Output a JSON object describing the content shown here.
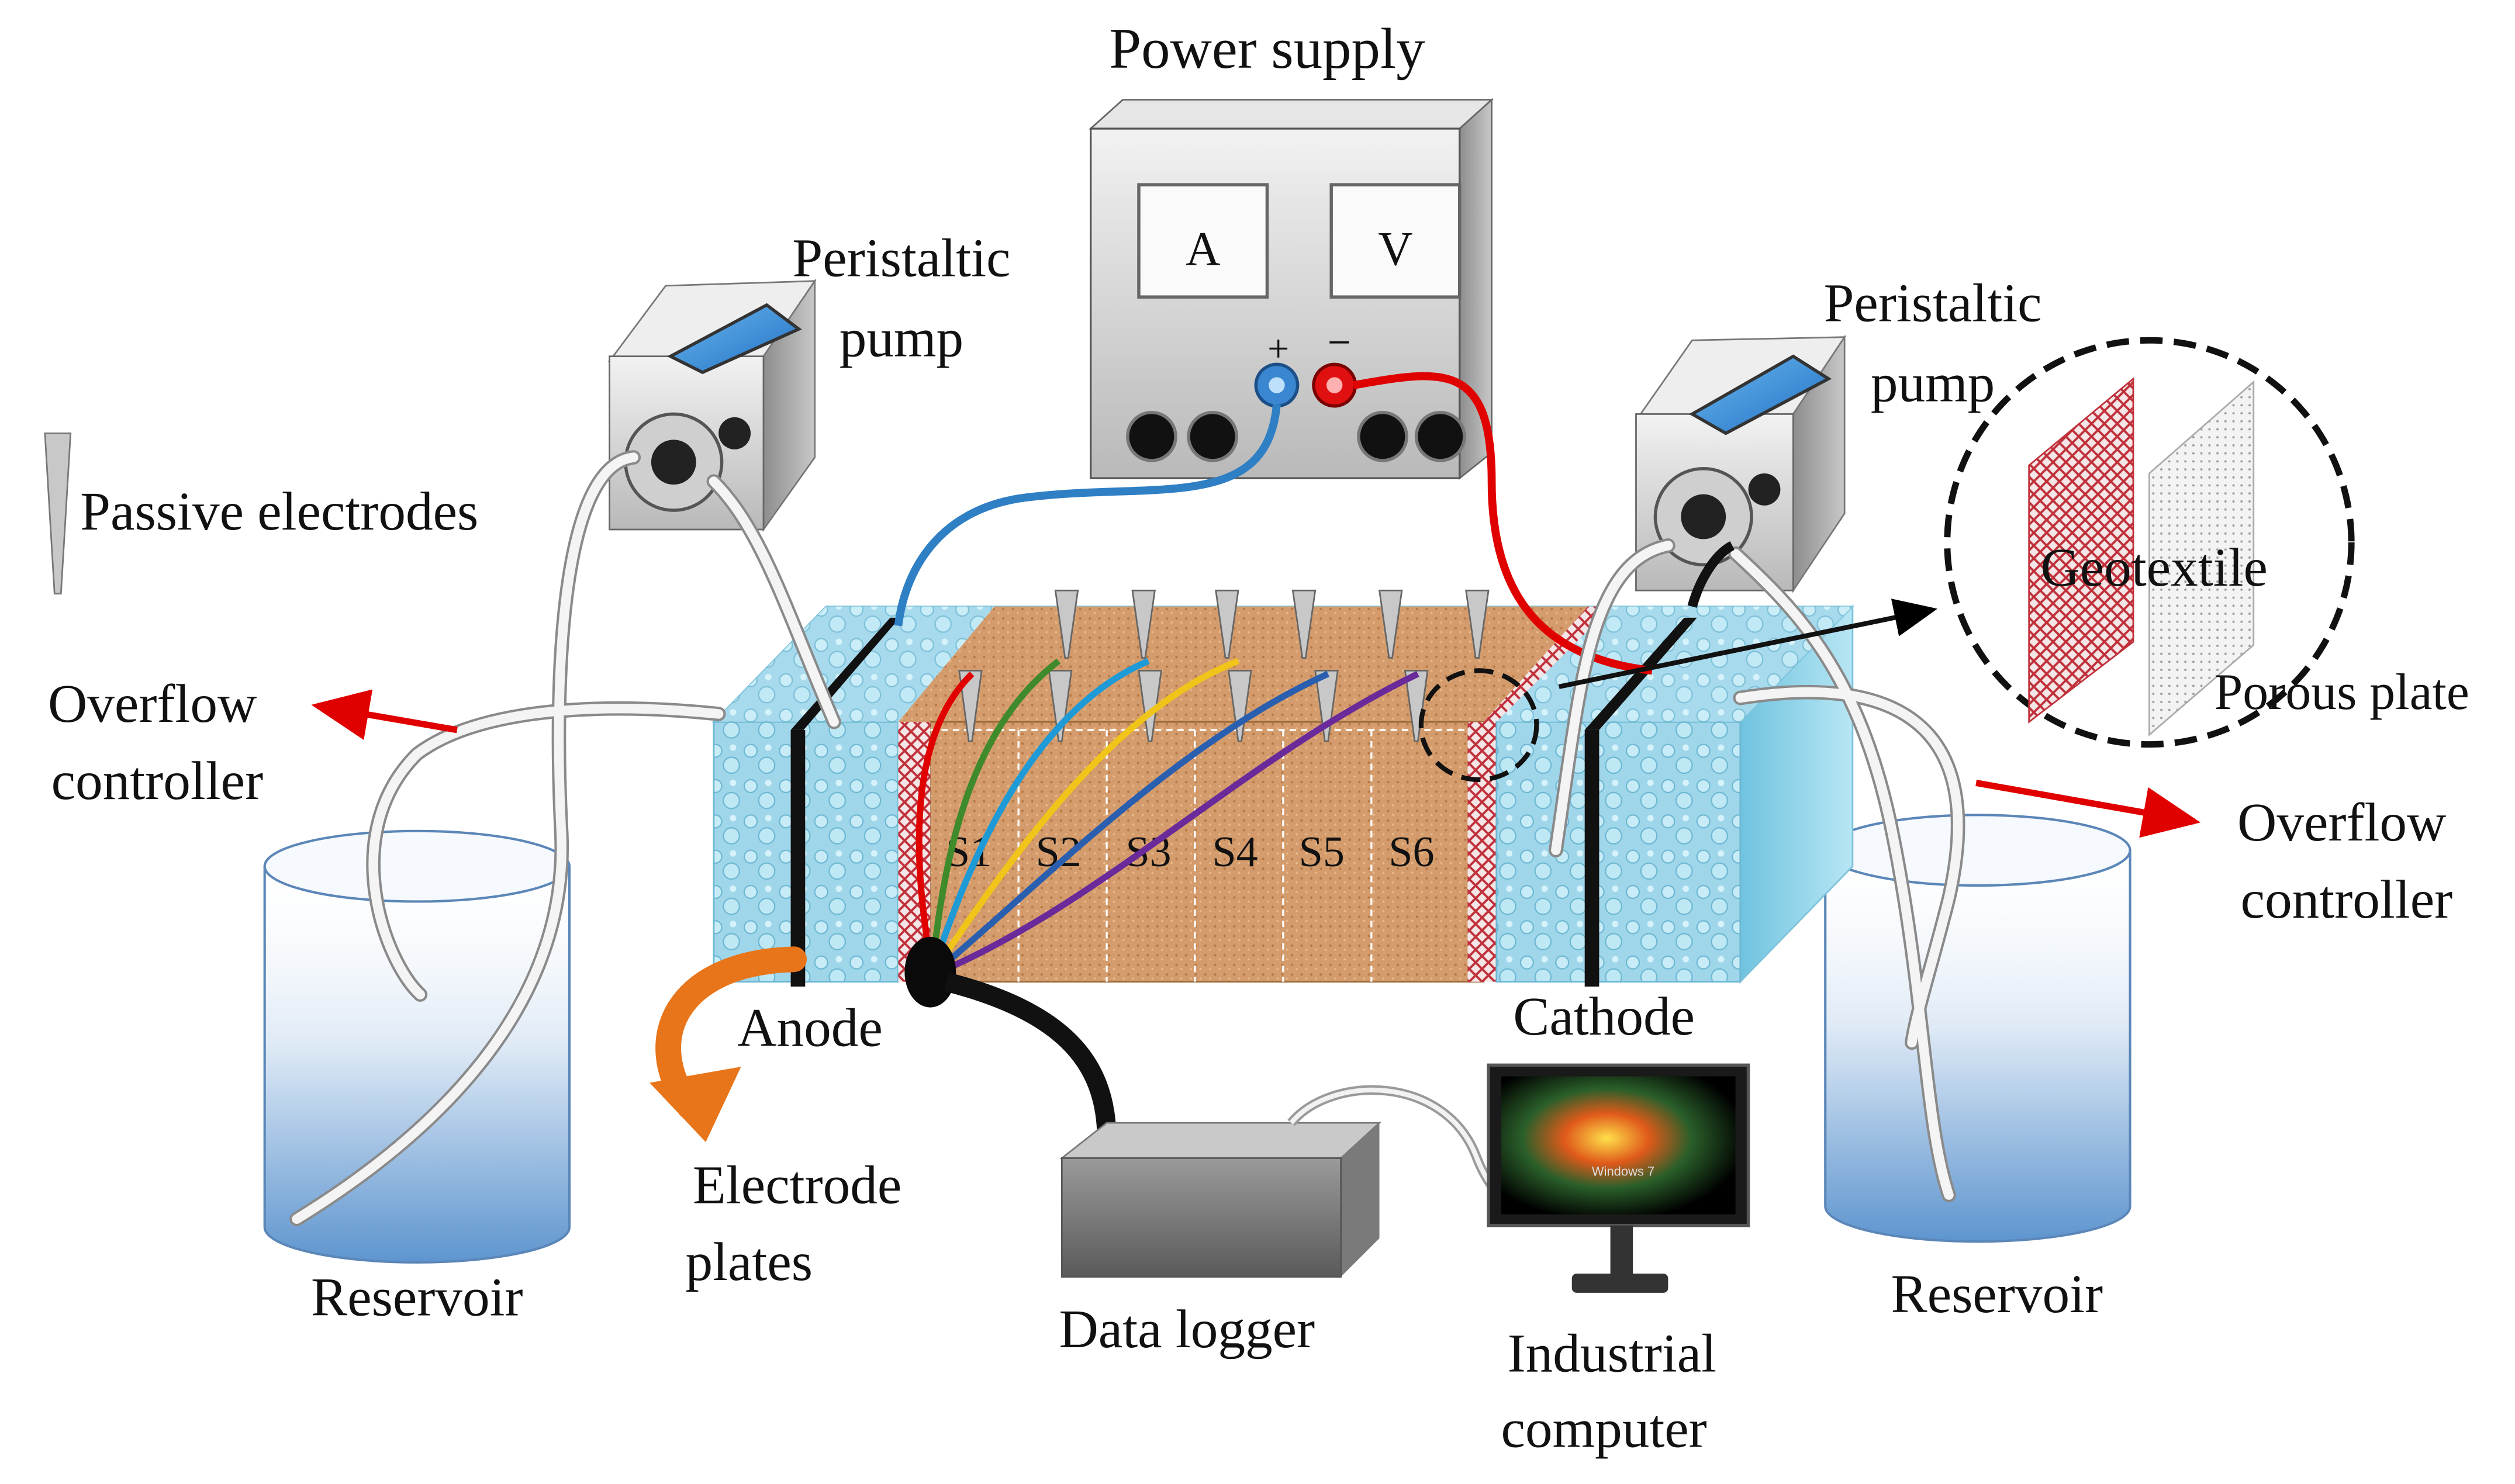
{
  "labels": {
    "power_supply": "Power supply",
    "peristaltic_left_1": "Peristaltic",
    "peristaltic_left_2": "pump",
    "peristaltic_right_1": "Peristaltic",
    "peristaltic_right_2": "pump",
    "passive_electrodes": "Passive electrodes",
    "overflow_left_1": "Overflow",
    "overflow_left_2": "controller",
    "overflow_right_1": "Overflow",
    "overflow_right_2": "controller",
    "anode": "Anode",
    "cathode": "Cathode",
    "electrode_plates_1": "Electrode",
    "electrode_plates_2": "plates",
    "reservoir_left": "Reservoir",
    "reservoir_right": "Reservoir",
    "data_logger": "Data logger",
    "industrial_computer_1": "Industrial",
    "industrial_computer_2": "computer",
    "geotextile": "Geotextile",
    "porous_plate": "Porous plate",
    "meter_a": "A",
    "meter_v": "V",
    "plus": "+",
    "minus": "−",
    "windows_text": "Windows 7"
  },
  "sections": [
    "S1",
    "S2",
    "S3",
    "S4",
    "S5",
    "S6"
  ],
  "colors": {
    "positive_wire": "#e00000",
    "negative_wire": "#2f7fc4",
    "soil": "#d39a6a",
    "water": "#8fd0e6",
    "geotextile": "#c0303a",
    "sensor_wires": [
      "#e00000",
      "#3f8a2a",
      "#1e9ad6",
      "#f0c419",
      "#2a5fb0",
      "#6a2a9a"
    ]
  },
  "icons": {
    "passive_electrode": "electrode-needle-icon",
    "arrow_overflow": "red-arrow-icon",
    "arrow_plate": "orange-curved-arrow-icon"
  }
}
